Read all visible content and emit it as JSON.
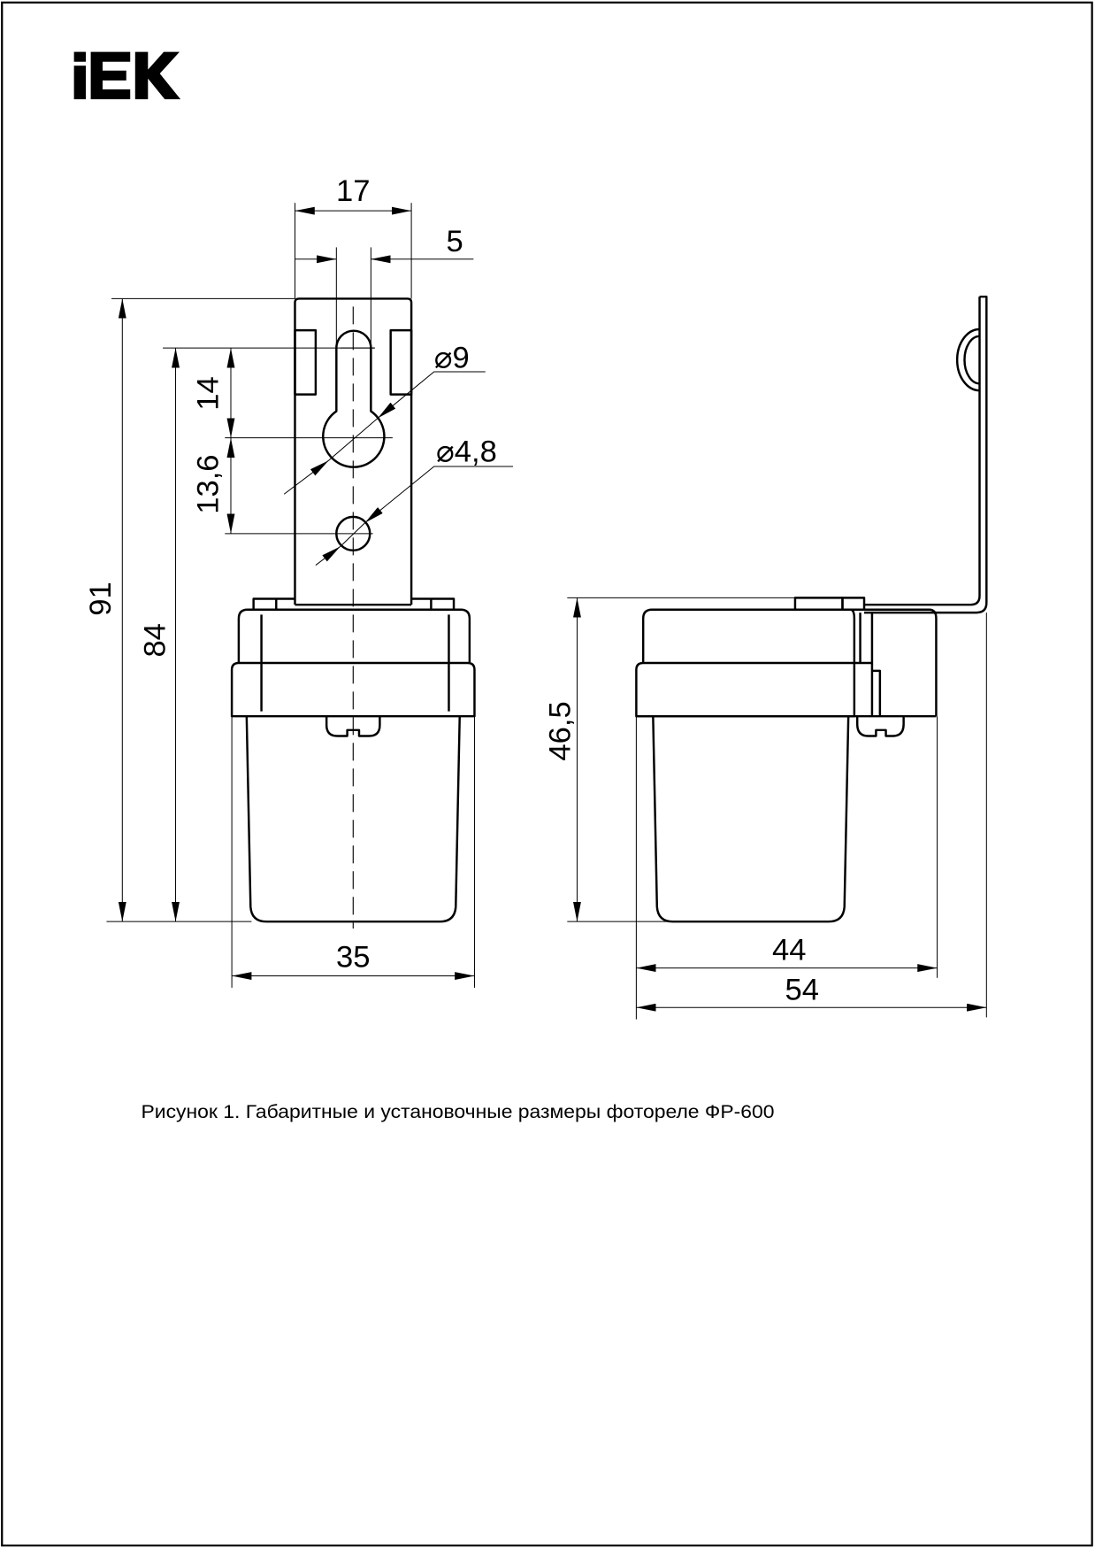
{
  "logo": {
    "text": "IEK"
  },
  "front_view": {
    "dim_width_top": "17",
    "dim_slot": "5",
    "dim_total_height": "91",
    "dim_height_from_slot": "84",
    "dim_slot_to_hole": "14",
    "dim_hole_to_hole": "13,6",
    "dim_big_hole": "⌀9",
    "dim_small_hole": "⌀4,8",
    "dim_body_width": "35"
  },
  "side_view": {
    "dim_body_height": "46,5",
    "dim_body_depth": "44",
    "dim_total_depth": "54"
  },
  "caption": "Рисунок 1. Габаритные и установочные размеры фотореле ФР-600"
}
